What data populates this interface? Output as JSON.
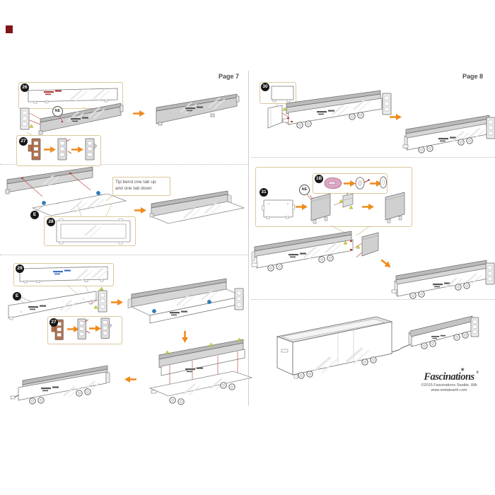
{
  "pages": {
    "left": "Page 7",
    "right": "Page 8"
  },
  "badges": {
    "p26": "26",
    "p27": "27",
    "p28": "28",
    "p29": "29",
    "p30": "30",
    "p31": "31",
    "p1b": "1B",
    "ne": "NE",
    "e": "E"
  },
  "tip": {
    "line1": "Tip:bend one tab up",
    "line2": "and one tab down"
  },
  "footer": {
    "brand": "Fascinations",
    "registered": "®",
    "star": "✶",
    "copyright": "©2015 Fascinations Seattle, WA",
    "website": "www.metalearth.com"
  },
  "colors": {
    "accent_orange": "#ef8b1d",
    "callout_tan": "#dcc79c",
    "copper_part": "#b4714e",
    "pink_part": "#dca6c2",
    "marker_blue": "#2b7fc0",
    "marker_red": "#c0554a",
    "marker_yellow": "#ccd42f",
    "panel_gray": "#d0d0d0"
  }
}
